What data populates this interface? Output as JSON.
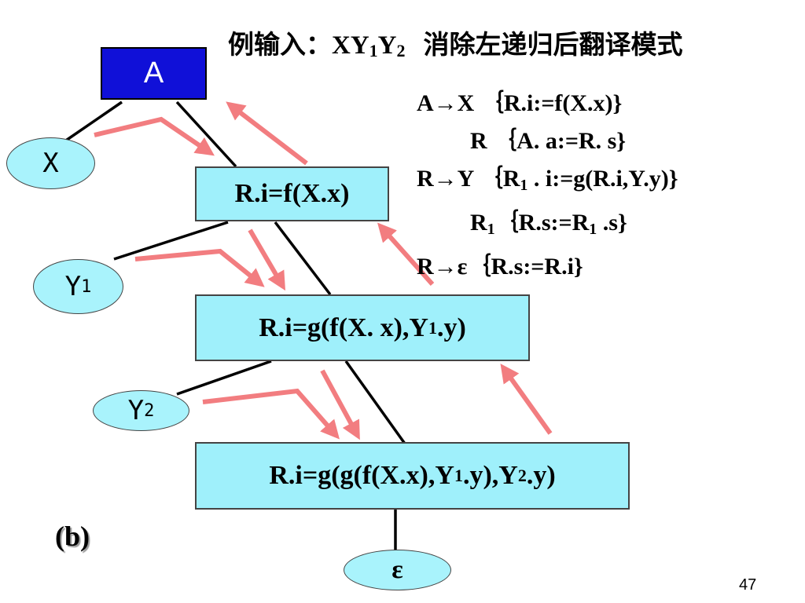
{
  "title": {
    "prefix": "例输入：",
    "x": "XY",
    "sub1": "1",
    "y": "Y",
    "sub2": "2",
    "suffix": "消除左递归后翻译模式"
  },
  "tree": {
    "root": "A",
    "x_leaf": "X",
    "y1_leaf": {
      "base": "Y",
      "sub": "1"
    },
    "y2_leaf": {
      "base": "Y",
      "sub": "2"
    },
    "eps_leaf": "ε",
    "node1": "R.i=f(X.x)",
    "node2": {
      "pre": "R.i=g(f(X. x),Y",
      "sub": "1",
      "post": ".y)"
    },
    "node3": {
      "pre": "R.i=g(g(f(X.x),Y",
      "sub1": "1",
      "mid": ".y),Y",
      "sub2": "2",
      "post": " .y)"
    }
  },
  "rules": {
    "r1": "A→X ｛R.i:=f(X.x)}",
    "r2": "R ｛A. a:=R. s}",
    "r3": {
      "pre": "R→Y ｛R",
      "sub": "1",
      "post": " . i:=g(R.i,Y.y)}"
    },
    "r4": {
      "pre": "R",
      "sub1": "1",
      "mid": "｛R.s:=R",
      "sub2": "1",
      "post": " .s}"
    },
    "r5": "R→ε｛R.s:=R.i}"
  },
  "figure_label": "(b)",
  "page_number": "47",
  "colors": {
    "root_fill": "#1010d8",
    "node_fill": "#9ff0fb",
    "arrow": "#f27d80",
    "edge": "#000000"
  }
}
